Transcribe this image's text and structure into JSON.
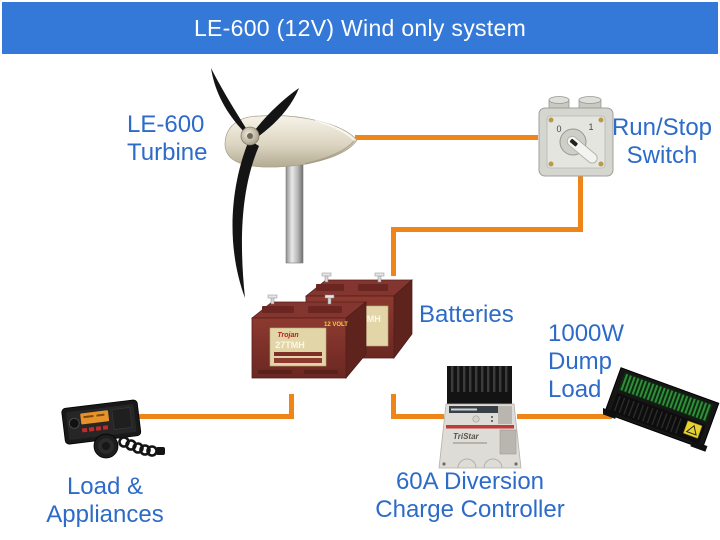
{
  "colors": {
    "header_bg": "#3579d8",
    "header_text": "#ffffff",
    "label_text": "#2d6bc9",
    "wire_orange": "#ef8418",
    "battery_maroon": "#7d2f28",
    "background": "#ffffff"
  },
  "header": {
    "title": "LE-600 (12V) Wind only system"
  },
  "labels": {
    "turbine": {
      "line1": "LE-600",
      "line2": "Turbine"
    },
    "switch": {
      "line1": "Run/Stop",
      "line2": "Switch"
    },
    "batteries": {
      "line1": "Batteries"
    },
    "dump_load": {
      "line1": "1000W",
      "line2": "Dump",
      "line3": "Load"
    },
    "controller": {
      "line1": "60A Diversion",
      "line2": "Charge Controller"
    },
    "load": {
      "line1": "Load &",
      "line2": "Appliances"
    }
  },
  "equipment": {
    "battery": {
      "brand": "Trojan",
      "model": "27TMH",
      "voltage": "12 VOLT"
    },
    "controller": {
      "brand": "TriStar"
    },
    "switch": {
      "pos_off": "0",
      "pos_on": "1"
    }
  }
}
